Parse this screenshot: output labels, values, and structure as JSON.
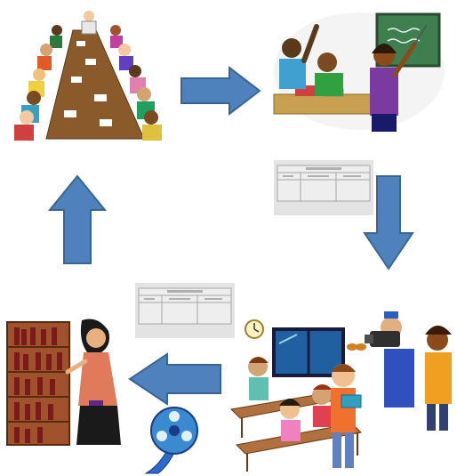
{
  "diagram": {
    "colors": {
      "arrow_fill": "#4f81bd",
      "arrow_stroke": "#3a6593",
      "table_bg": "#d9d9d9",
      "table_border": "#a6a6a6"
    },
    "nodes": [
      {
        "id": "meeting",
        "depicts": "meeting-clipart"
      },
      {
        "id": "classroom-teaching",
        "depicts": "teacher-classroom-clipart"
      },
      {
        "id": "class-activity",
        "depicts": "students-activity-clipart"
      },
      {
        "id": "library",
        "depicts": "librarian-bookshelf-clipart"
      }
    ],
    "flow": [
      {
        "from": "meeting",
        "to": "classroom-teaching",
        "direction": "right"
      },
      {
        "from": "classroom-teaching",
        "to": "class-activity",
        "direction": "down"
      },
      {
        "from": "class-activity",
        "to": "library",
        "direction": "left"
      },
      {
        "from": "library",
        "to": "meeting",
        "direction": "up"
      }
    ],
    "icons": [
      "film-reel-icon",
      "clock-icon",
      "butterfly-icon",
      "video-camera-icon"
    ]
  }
}
